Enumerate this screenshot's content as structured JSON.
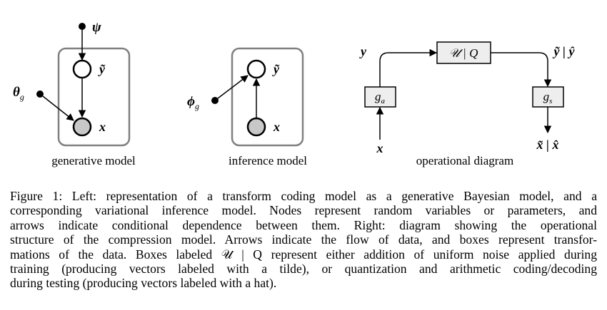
{
  "generative": {
    "label": "generative model",
    "psi": "ψ",
    "y_tilde": "ỹ",
    "x": "x",
    "theta": "θ",
    "theta_sub": "g"
  },
  "inference": {
    "label": "inference model",
    "phi": "ϕ",
    "phi_sub": "g",
    "y_tilde": "ỹ",
    "x": "x"
  },
  "operational": {
    "label": "operational diagram",
    "input_y": "y",
    "input_x": "x",
    "box_ga": "g",
    "box_ga_sub": "a",
    "box_uq": "𝒰 | Q",
    "box_gs": "g",
    "box_gs_sub": "s",
    "output_y": "ỹ | ŷ",
    "output_x": "x̃ | x̂"
  },
  "caption": {
    "lines": [
      "Figure 1: Left: representation of a transform coding model as a generative Bayesian model, and a",
      "corresponding variational inference model. Nodes represent random variables or parameters, and",
      "arrows indicate conditional dependence between them. Right: diagram showing the operational",
      "structure of the compression model. Arrows indicate the flow of data, and boxes represent transfor-",
      "mations of the data. Boxes labeled 𝒰 | Q represent either addition of uniform noise applied during",
      "training (producing vectors labeled with a tilde), or quantization and arithmetic coding/decoding",
      "during testing (producing vectors labeled with a hat)."
    ]
  },
  "colors": {
    "plate_border": "#808080",
    "observed_node": "#c8c8c8",
    "box_fill": "#eeeeee"
  }
}
